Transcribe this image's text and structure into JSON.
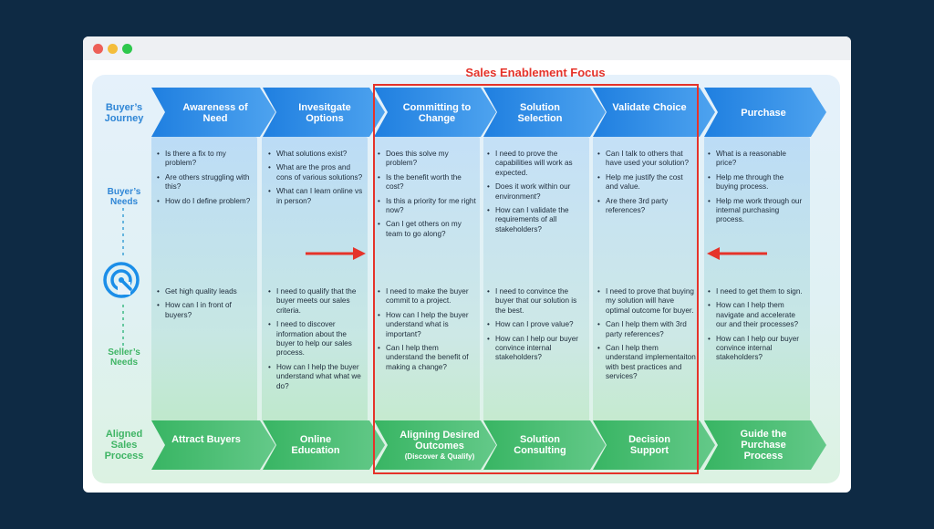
{
  "focus_title": "Sales Enablement Focus",
  "rows": {
    "buyers_journey": "Buyer’s Journey",
    "buyers_needs": "Buyer’s Needs",
    "sellers_needs": "Seller’s Needs",
    "aligned_process": "Aligned Sales Process"
  },
  "stages": [
    {
      "header": "Awareness of Need",
      "buyer": [
        "Is there a fix to my problem?",
        "Are others struggling with this?",
        "How do I define problem?"
      ],
      "seller": [
        "Get high quality leads",
        "How can I in front of buyers?"
      ],
      "footer": "Attract Buyers",
      "footer_sub": ""
    },
    {
      "header": "Invesitgate Options",
      "buyer": [
        "What solutions exist?",
        "What are the pros and cons of various solutions?",
        "What can I learn online vs in person?"
      ],
      "seller": [
        "I need to qualify that the buyer meets our sales criteria.",
        "I need to discover information about the buyer to help our sales process.",
        "How can I help the buyer understand what what we do?"
      ],
      "footer": "Online Education",
      "footer_sub": ""
    },
    {
      "header": "Committing to Change",
      "buyer": [
        "Does this solve my problem?",
        "Is the benefit worth the cost?",
        "Is this a priority for me right now?",
        "Can I get others on my team to go along?"
      ],
      "seller": [
        "I need to make the buyer commit to a project.",
        "How can I help the buyer understand what is important?",
        "Can I help them understand the benefit of making a change?"
      ],
      "footer": "Aligning Desired Outcomes",
      "footer_sub": "(Discover & Qualify)"
    },
    {
      "header": "Solution Selection",
      "buyer": [
        "I need to prove the capabilities will work as expected.",
        "Does it work within our environment?",
        "How can I validate the requirements of all stakeholders?"
      ],
      "seller": [
        "I need to convince the buyer that our solution is the best.",
        "How can I prove value?",
        "How can I help our buyer convince internal stakeholders?"
      ],
      "footer": "Solution Consulting",
      "footer_sub": ""
    },
    {
      "header": "Validate Choice",
      "buyer": [
        "Can I talk to others that have used your solution?",
        "Help me justify the cost and value.",
        "Are there 3rd party references?"
      ],
      "seller": [
        "I need to prove that buying my solution will have optimal outcome for buyer.",
        "Can I help them with 3rd party references?",
        "Can I help them understand implementaiton with best practices and services?"
      ],
      "footer": "Decision Support",
      "footer_sub": ""
    },
    {
      "header": "Purchase",
      "buyer": [
        "What is a reasonable price?",
        "Help me through the buying process.",
        "Help me work through our internal purchasing process."
      ],
      "seller": [
        "I need to get them to sign.",
        "How can I help them navigate and accelerate our and their processes?",
        "How can I help our buyer convince internal stakeholders?"
      ],
      "footer": "Guide the Purchase Process",
      "footer_sub": ""
    }
  ],
  "colors": {
    "blue_dark": "#1f7fe0",
    "blue_light": "#4ea3ef",
    "green_dark": "#38b563",
    "green_light": "#64c989",
    "focus_red": "#e5332a"
  }
}
